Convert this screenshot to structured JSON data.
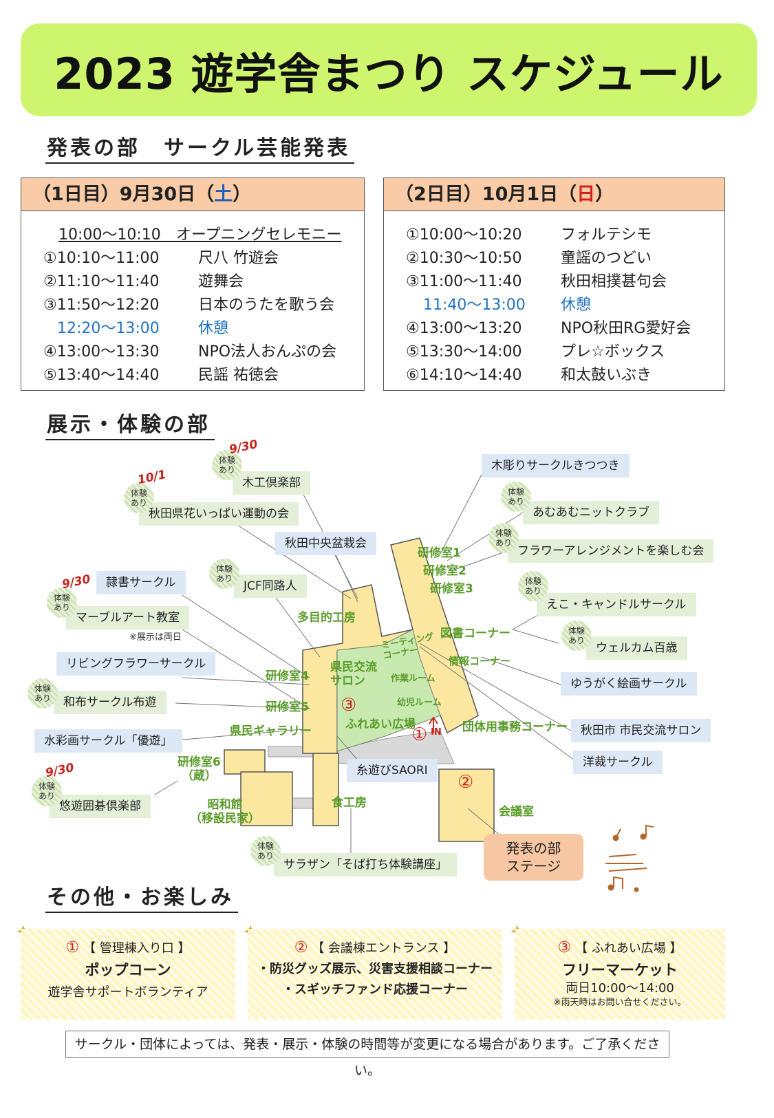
{
  "title": "2023 遊学舎まつり スケジュール",
  "section1": {
    "heading": "発表の部　サークル芸能発表"
  },
  "day1": {
    "head_prefix": "（1日目）9月30日（",
    "head_day": "土",
    "head_suffix": "）",
    "opening": "10:00～10:10　オープニングセレモニー",
    "rows": [
      {
        "time": "①10:10～11:00",
        "name": "尺八 竹遊会"
      },
      {
        "time": "②11:10～11:40",
        "name": "遊舞会"
      },
      {
        "time": "③11:50～12:20",
        "name": "日本のうたを歌う会"
      },
      {
        "time": "12:20～13:00",
        "name": "休憩"
      },
      {
        "time": "④13:00～13:30",
        "name": "NPO法人おんぷの会"
      },
      {
        "time": "⑤13:40～14:40",
        "name": "民謡 祐徳会"
      }
    ]
  },
  "day2": {
    "head_prefix": "（2日目）10月1日（",
    "head_day": "日",
    "head_suffix": "）",
    "rows": [
      {
        "time": "①10:00～10:20",
        "name": "フォルテシモ"
      },
      {
        "time": "②10:30～10:50",
        "name": "童謡のつどい"
      },
      {
        "time": "③11:00～11:40",
        "name": "秋田相撲甚句会"
      },
      {
        "time": "11:40～13:00",
        "name": "休憩"
      },
      {
        "time": "④13:00～13:20",
        "name": "NPO秋田RG愛好会"
      },
      {
        "time": "⑤13:30～14:00",
        "name": "プレ☆ボックス"
      },
      {
        "time": "⑥14:10～14:40",
        "name": "和太鼓いぶき"
      }
    ]
  },
  "section2": {
    "heading": "展示・体験の部"
  },
  "badge_text": "体験\nあり",
  "dates": {
    "d930": "9/30",
    "d101": "10/1"
  },
  "circles": {
    "c1": "①",
    "c2": "②",
    "c3": "③"
  },
  "in_mark": "IN",
  "labels": {
    "mokko": "木工倶楽部",
    "hana": "秋田県花いっぱい運動の会",
    "bonsai": "秋田中央盆栽会",
    "jcf": "JCF同路人",
    "reisho": "隷書サークル",
    "marble": "マーブルアート教室",
    "living": "リビングフラワーサークル",
    "wafu": "和布サークル布遊",
    "suisai": "水彩画サークル「優遊」",
    "igo": "悠遊囲碁倶楽部",
    "kibori": "木彫りサークルきつつき",
    "amu": "あむあむニットクラブ",
    "flower": "フラワーアレンジメントを楽しむ会",
    "eco": "えこ・キャンドルサークル",
    "welcome": "ウェルカム百歳",
    "yugaku": "ゆうがく絵画サークル",
    "shimin": "秋田市 市民交流サロン",
    "yosai": "洋裁サークル",
    "saori": "糸遊びSAORI",
    "sarazan": "サラザン「そば打ち体験講座」"
  },
  "marble_note": "※展示は両日",
  "rooms": {
    "k1": "研修室1",
    "k2": "研修室2",
    "k3": "研修室3",
    "tamokuteki": "多目的工房",
    "tosho": "図書コーナー",
    "meeting": "ミーティング\nコーナー",
    "joho": "情報コーナー",
    "sagyo": "作業ルーム",
    "yoji": "幼児ルーム",
    "salon": "県民交流\nサロン",
    "hiroba": "ふれあい広場",
    "k4": "研修室4",
    "k5": "研修室5",
    "gallery": "県民ギャラリー",
    "dantai": "団体用事務コーナー",
    "k6": "研修室6\n（蔵）",
    "showa": "昭和館\n（移設民家）",
    "shoku": "食工房",
    "kaigi": "会議室"
  },
  "stage": "発表の部\nステージ",
  "section3": {
    "heading": "その他・お楽しみ"
  },
  "banners": [
    {
      "num": "①",
      "loc": "【 管理棟入り口 】",
      "main": "ポップコーン",
      "sub": "遊学舎サポートボランティア",
      "note": ""
    },
    {
      "num": "②",
      "loc": "【 会議棟エントランス 】",
      "main": "・防災グッズ展示、災害支援相談コーナー",
      "sub": "・スギッチファンド応援コーナー",
      "note": ""
    },
    {
      "num": "③",
      "loc": "【 ふれあい広場 】",
      "main": "フリーマーケット",
      "sub": "両日10:00～14:00",
      "note": "※雨天時はお問い合せください。"
    }
  ],
  "footer": "サークル・団体によっては、発表・展示・体験の時間等が変更になる場合があります。ご了承ください。",
  "colors": {
    "title_bg": "#cdf56e",
    "day_head": "#f9cba6",
    "break_text": "#1f72c4",
    "room_text": "#5a9c2a",
    "building": "#fbe7a0",
    "plaza": "#c8eab0"
  }
}
